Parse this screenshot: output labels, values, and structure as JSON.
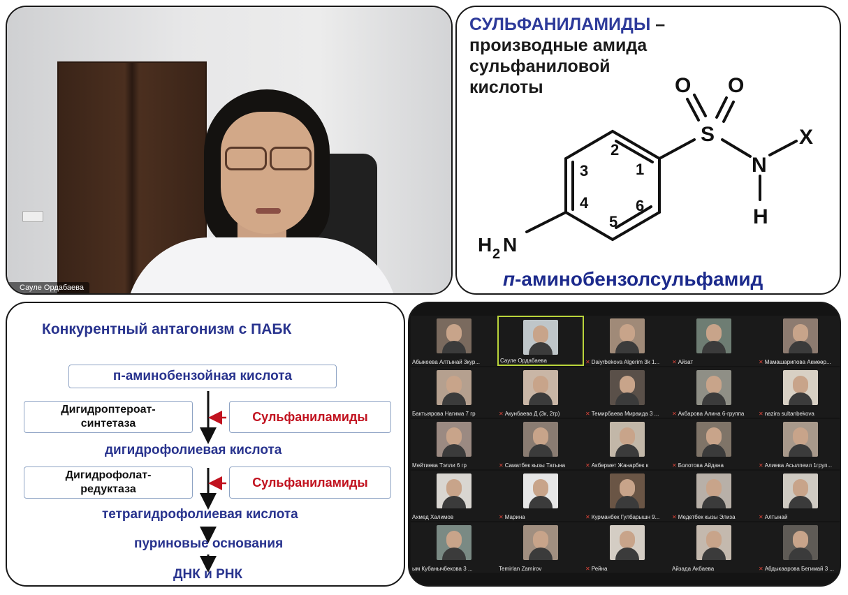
{
  "speaker": {
    "name": "Сауле Ордабаева"
  },
  "structure": {
    "title_accent": "СУЛЬФАНИЛАМИДЫ",
    "title_dash": " –",
    "subtitle_lines": [
      "производные амида",
      "сульфаниловой",
      "кислоты"
    ],
    "atoms": {
      "o1": "O",
      "o2": "O",
      "s": "S",
      "n": "N",
      "x": "X",
      "h": "H",
      "h2": "H",
      "sub2": "2",
      "n_amine": "N"
    },
    "positions": [
      "1",
      "2",
      "3",
      "4",
      "5",
      "6"
    ],
    "compound_prefix": "п",
    "compound_rest": "-аминобензолсульфамид"
  },
  "diagram": {
    "title": "Конкурентный антагонизм с ПАБК",
    "step1": "п-аминобензойная кислота",
    "enzyme1": "Дигидроптероат-синтетаза",
    "inhibitor1": "Сульфаниламиды",
    "step2": "дигидрофолиевая кислота",
    "enzyme2": "Дигидрофолат-редуктаза",
    "inhibitor2": "Сульфаниламиды",
    "step3": "тетрагидрофолиевая кислота",
    "step4": "пуриновые основания",
    "step5": "ДНК и РНК"
  },
  "gallery": {
    "participants": [
      {
        "name": "Абыкеева Алтынай 3кур...",
        "muted": false
      },
      {
        "name": "Сауле Ордабаева",
        "muted": false,
        "active": true
      },
      {
        "name": "Daiyrbekova Algerim 3k 1...",
        "muted": true
      },
      {
        "name": "Айзат",
        "muted": true
      },
      {
        "name": "Мамашарипова Акмөөр...",
        "muted": true
      },
      {
        "name": "Бактыярова Нагима 7 гр",
        "muted": false
      },
      {
        "name": "Акунбаева Д (3к, 2гр)",
        "muted": true
      },
      {
        "name": "Темирбаева Мираида 3 ...",
        "muted": true
      },
      {
        "name": "Акбарова Алина 6-группа",
        "muted": true
      },
      {
        "name": "nazira sultanbekova",
        "muted": true
      },
      {
        "name": "Мейтиева Тэлли 6 гр",
        "muted": false
      },
      {
        "name": "Саматбек кызы Татына",
        "muted": true
      },
      {
        "name": "Акбермет Жанарбек к",
        "muted": true
      },
      {
        "name": "Болотова Айдана",
        "muted": true
      },
      {
        "name": "Алиева Асылпеил 1груп...",
        "muted": true
      },
      {
        "name": "Ахмед Халимов",
        "muted": false
      },
      {
        "name": "Марина",
        "muted": true
      },
      {
        "name": "Курманбек Гулбарышн 9...",
        "muted": true
      },
      {
        "name": "Медетбек кызы Элиза",
        "muted": true
      },
      {
        "name": "Алтынай",
        "muted": true
      },
      {
        "name": "ым Кубанычбекова 3 ...",
        "muted": false
      },
      {
        "name": "Temirlan Zamirov",
        "muted": false
      },
      {
        "name": "Рейна",
        "muted": true
      },
      {
        "name": "Айзада Акбаева",
        "muted": false
      },
      {
        "name": "Абдыкаарова Бегимай 3 ...",
        "muted": true
      }
    ],
    "tile_colors": [
      "#7a6a5e",
      "#bfc6c9",
      "#a08a78",
      "#6e7d73",
      "#8d7b70",
      "#b5a08f",
      "#c9b6a6",
      "#5a5049",
      "#8f8f86",
      "#d8d0c4",
      "#9b8a82",
      "#8a7c72",
      "#c2b7a8",
      "#7f7468",
      "#a8998b",
      "#d9d6d1",
      "#e6e6e6",
      "#6a5545",
      "#b8b0a8",
      "#cfcac2",
      "#7a8a84",
      "#a18f80",
      "#d4cdc4",
      "#c4b9ae",
      "#5f5b56"
    ]
  }
}
